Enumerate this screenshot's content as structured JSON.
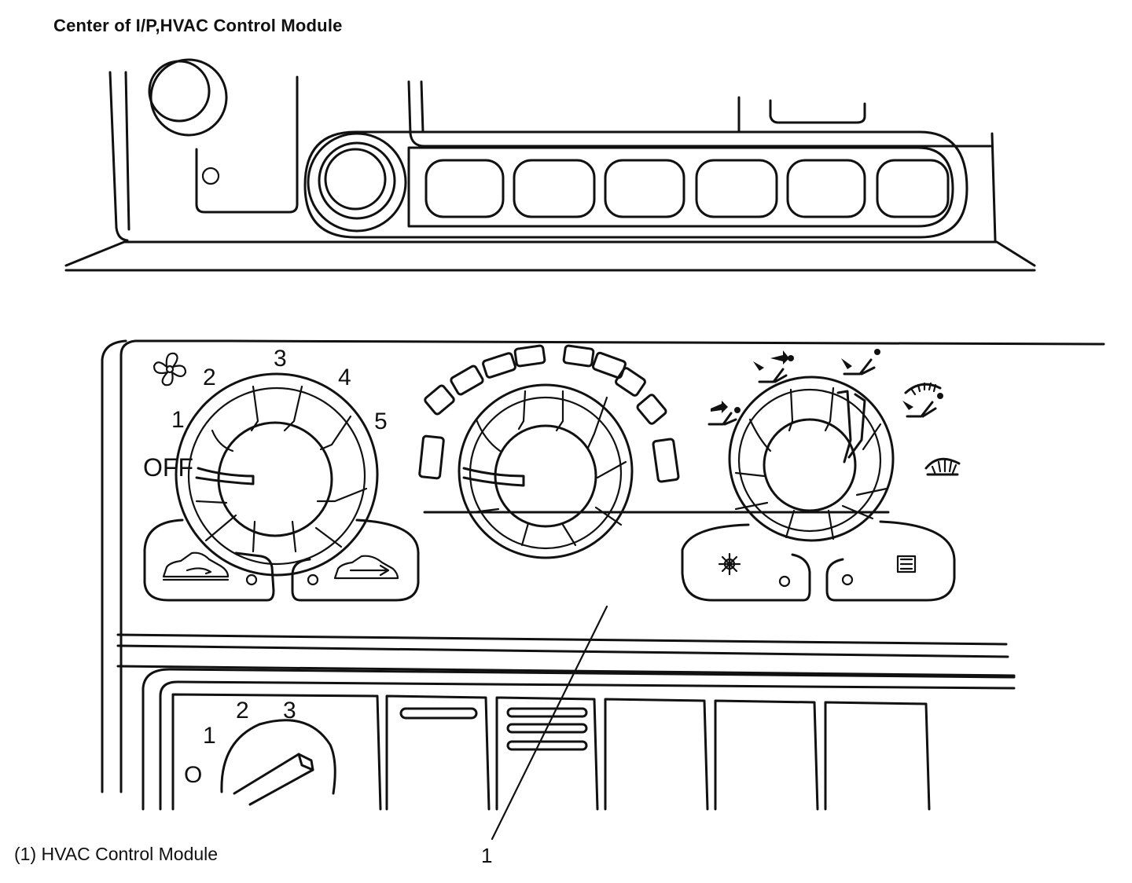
{
  "diagram": {
    "title": "Center of I/P,HVAC Control Module",
    "caption": "(1) HVAC Control Module",
    "callout": "1",
    "fan_dial": {
      "labels": [
        "OFF",
        "1",
        "2",
        "3",
        "4",
        "5"
      ]
    },
    "lower_dial": {
      "labels": [
        "O",
        "1",
        "2",
        "3"
      ]
    },
    "icons": [
      "fan-icon",
      "recirculation-icon",
      "outside-air-icon",
      "vent-mode-icon",
      "bi-level-mode-icon",
      "floor-mode-icon",
      "floor-defrost-mode-icon",
      "defrost-mode-icon",
      "ac-snowflake-icon",
      "rear-defog-icon"
    ],
    "colors": {
      "line": "#111111",
      "background": "#ffffff"
    }
  }
}
